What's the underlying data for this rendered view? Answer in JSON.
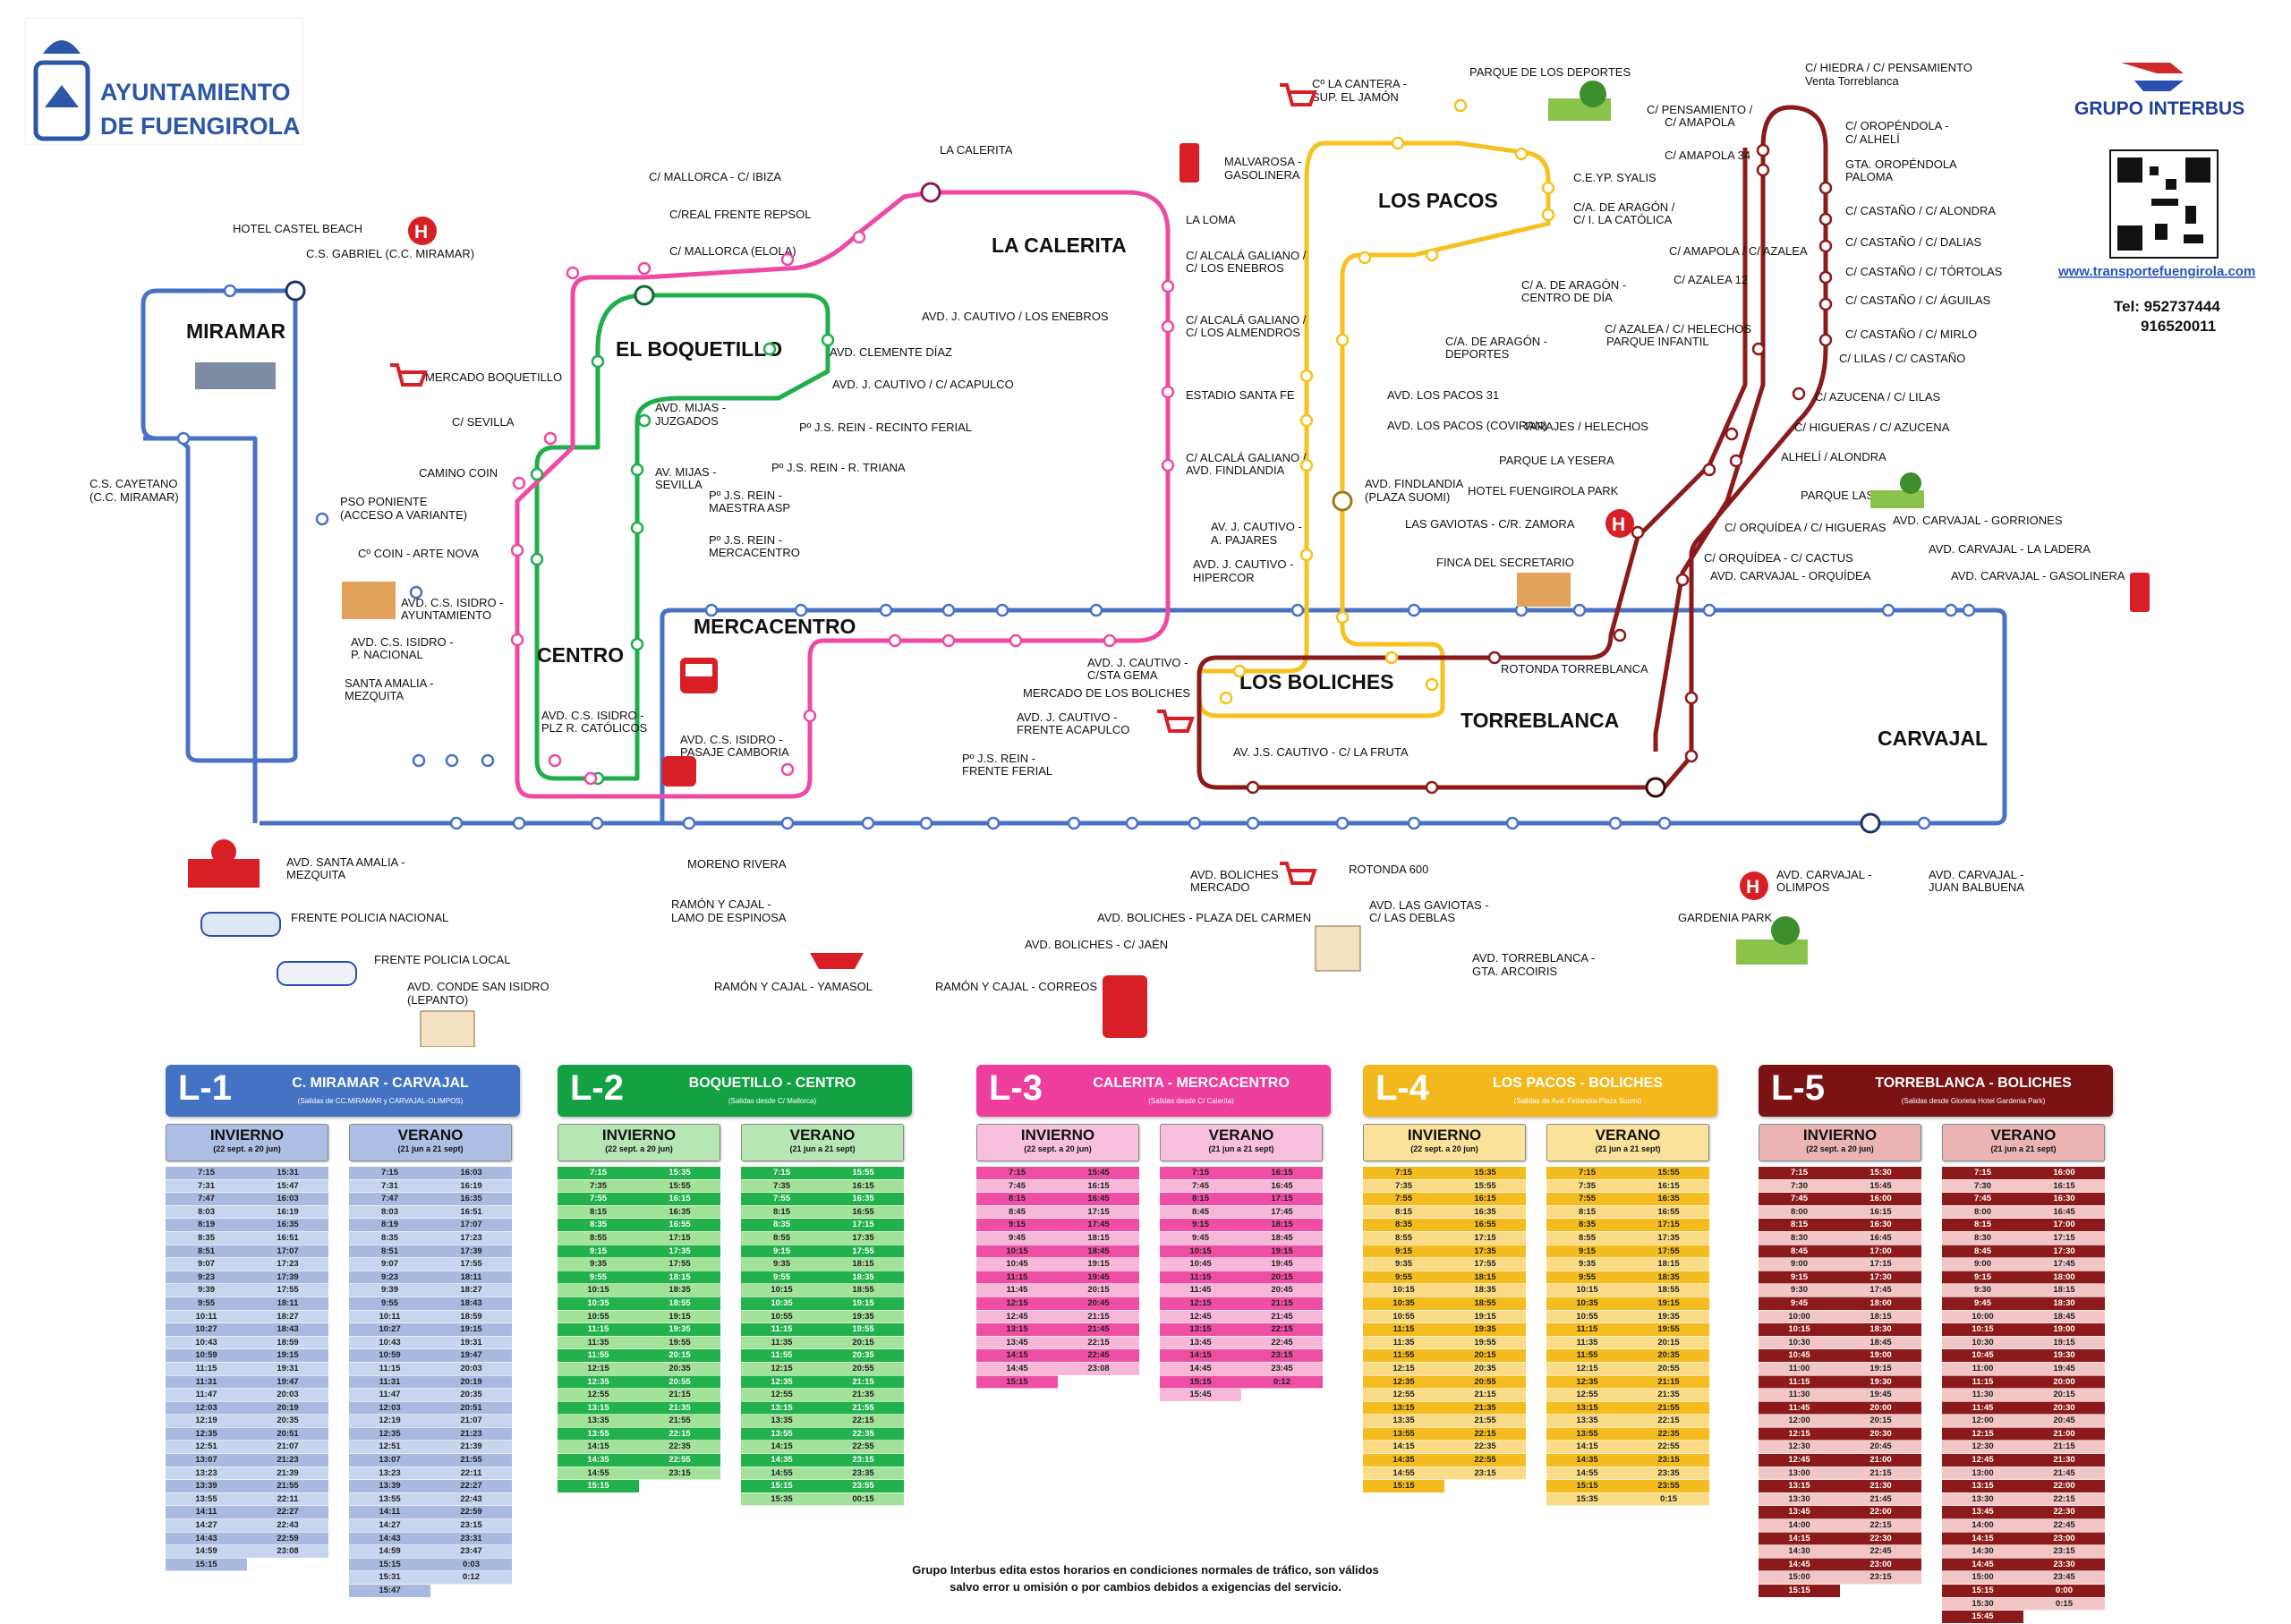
{
  "header": {
    "org_line1": "AYUNTAMIENTO",
    "org_line2": "DE FUENGIROLA",
    "operator": "GRUPO INTERBUS",
    "website": "www.transportefuengirola.com",
    "phone_label": "Tel: 952737444",
    "phone2": "916520011"
  },
  "colors": {
    "L1": "#4a72c4",
    "L2": "#1fae4a",
    "L3": "#ef4aa3",
    "L4": "#f6c21f",
    "L5": "#8c1a1a",
    "L1_header": "#4472c4",
    "L2_header": "#12a143",
    "L3_header": "#ee3e9d",
    "L4_header": "#f2b81e",
    "L5_header": "#7b1214"
  },
  "areas": [
    "MIRAMAR",
    "EL BOQUETILLO",
    "LA CALERITA",
    "LOS PACOS",
    "CENTRO",
    "MERCACENTRO",
    "LOS BOLICHES",
    "TORREBLANCA",
    "CARVAJAL"
  ],
  "stops": [
    "HOTEL CASTEL BEACH",
    "C.S. GABRIEL (C.C. MIRAMAR)",
    "C.S. CAYETANO",
    "(C.C. MIRAMAR)",
    "PSO PONIENTE",
    "(ACCESO A VARIANTE)",
    "Cº COIN - ARTE NOVA",
    "AVD. C.S. ISIDRO -",
    "AYUNTAMIENTO",
    "AVD. C.S. ISIDRO -",
    "P. NACIONAL",
    "SANTA AMALIA -",
    "MEZQUITA",
    "AVD. C.S. ISIDRO -",
    "PLZ R. CATÓLICOS",
    "C/ MALLORCA - C/ IBIZA",
    "C/REAL FRENTE REPSOL",
    "C/ MALLORCA (ELOLA)",
    "LA CALERITA",
    "MERCADO BOQUETILLO",
    "C/ SEVILLA",
    "CAMINO COIN",
    "AVD. CLEMENTE DÍAZ",
    "AVD. MIJAS -",
    "JUZGADOS",
    "AV. MIJAS -",
    "SEVILLA",
    "Pº J.S. REIN -",
    "MAESTRA ASP",
    "Pº J.S. REIN -",
    "MERCACENTRO",
    "Pº J.S. REIN - RECINTO FERIAL",
    "Pº J.S. REIN - R. TRIANA",
    "AVD. J. CAUTIVO / LOS ENEBROS",
    "AVD. J. CAUTIVO / C/ ACAPULCO",
    "AVD. C.S. ISIDRO -",
    "PASAJE CAMBORIA",
    "Pº J.S. REIN -",
    "FRENTE FERIAL",
    "AVD. J. CAUTIVO -",
    "C/STA GEMA",
    "MERCADO DE LOS BOLICHES",
    "AVD. J. CAUTIVO -",
    "FRENTE ACAPULCO",
    "MALVAROSA -",
    "GASOLINERA",
    "LA LOMA",
    "C/ ALCALÁ GALIANO /",
    "C/ LOS ENEBROS",
    "C/ ALCALÁ GALIANO /",
    "C/ LOS ALMENDROS",
    "ESTADIO SANTA FE",
    "C/ ALCALÁ GALIANO /",
    "AVD. FINDLANDIA",
    "AV. J. CAUTIVO -",
    "A. PAJARES",
    "AVD. J. CAUTIVO -",
    "HIPERCOR",
    "Cº LA CANTERA -",
    "SUP. EL JAMÓN",
    "PARQUE DE LOS DEPORTES",
    "C.E.YP. SYALIS",
    "C/A. DE ARAGÓN /",
    "C/ I. LA CATÓLICA",
    "C/ A. DE ARAGÓN -",
    "CENTRO DE DÍA",
    "C/A. DE ARAGÓN -",
    "DEPORTES",
    "AVD. LOS PACOS 31",
    "AVD. LOS PACOS (COVIRAN)",
    "AVD. FINDLANDIA",
    "(PLAZA SUOMI)",
    "LAS GAVIOTAS - C/R. ZAMORA",
    "FINCA DEL SECRETARIO",
    "PARQUE LA YESERA",
    "HOTEL FUENGIROLA PARK",
    "TARAJES / HELECHOS",
    "ROTONDA TORREBLANCA",
    "AV. J.S. CAUTIVO - C/ LA FRUTA",
    "C/ HIEDRA / C/ PENSAMIENTO",
    "Venta Torreblanca",
    "C/ PENSAMIENTO /",
    "C/ AMAPOLA",
    "C/ AMAPOLA  34",
    "C/ AMAPOLA / C/ AZALEA",
    "C/ AZALEA  12",
    "C/ AZALEA / C/ HELECHOS",
    "PARQUE INFANTIL",
    "C/ OROPÉNDOLA -",
    "C/ ALHELÍ",
    "GTA. OROPÉNDOLA",
    "PALOMA",
    "C/ CASTAÑO / C/ ALONDRA",
    "C/ CASTAÑO / C/ DALIAS",
    "C/ CASTAÑO / C/ TÓRTOLAS",
    "C/ CASTAÑO / C/ ÁGUILAS",
    "C/ CASTAÑO / C/ MIRLO",
    "C/ LILAS / C/ CASTAÑO",
    "C/ AZUCENA / C/ LILAS",
    "C/ HIGUERAS / C/ AZUCENA",
    "ALHELÍ / ALONDRA",
    "PARQUE LAS PRESAS",
    "C/ ORQUÍDEA / C/ HIGUERAS",
    "C/ ORQUÍDEA - C/ CACTUS",
    "AVD. CARVAJAL - ORQUÍDEA",
    "AVD. CARVAJAL - GORRIONES",
    "AVD. CARVAJAL - LA LADERA",
    "AVD. CARVAJAL - GASOLINERA",
    "AVD. SANTA AMALIA -",
    "MEZQUITA",
    "FRENTE POLICIA NACIONAL",
    "FRENTE POLICIA LOCAL",
    "AVD. CONDE SAN ISIDRO",
    "(LEPANTO)",
    "MORENO RIVERA",
    "RAMÓN Y CAJAL -",
    "LAMO DE ESPINOSA",
    "RAMÓN Y CAJAL - YAMASOL",
    "RAMÓN Y CAJAL - CORREOS",
    "AVD. BOLICHES - C/ JAÉN",
    "AVD. BOLICHES - PLAZA DEL CARMEN",
    "AVD. BOLICHES",
    "MERCADO",
    "ROTONDA 600",
    "AVD. LAS GAVIOTAS -",
    "C/ LAS DEBLAS",
    "AVD. TORREBLANCA -",
    "GTA. ARCOIRIS",
    "GARDENIA PARK",
    "AVD. CARVAJAL -",
    "OLIMPOS",
    "AVD. CARVAJAL -",
    "JUAN BALBUENA"
  ],
  "lines": [
    {
      "code": "L-1",
      "name": "C. MIRAMAR - CARVAJAL",
      "sub": "(Salidas de CC.MIRAMAR y CARVAJAL-OLIMPOS)",
      "winter": {
        "title": "INVIERNO",
        "range": "(22 sept. a 20 jun)",
        "times": [
          "7:15",
          "7:31",
          "7:47",
          "8:03",
          "8:19",
          "8:35",
          "8:51",
          "9:07",
          "9:23",
          "9:39",
          "9:55",
          "10:11",
          "10:27",
          "10:43",
          "10:59",
          "11:15",
          "11:31",
          "11:47",
          "12:03",
          "12:19",
          "12:35",
          "12:51",
          "13:07",
          "13:23",
          "13:39",
          "13:55",
          "14:11",
          "14:27",
          "14:43",
          "14:59",
          "15:15",
          "15:31",
          "15:47",
          "16:03",
          "16:19",
          "16:35",
          "16:51",
          "17:07",
          "17:23",
          "17:39",
          "17:55",
          "18:11",
          "18:27",
          "18:43",
          "18:59",
          "19:15",
          "19:31",
          "19:47",
          "20:03",
          "20:19",
          "20:35",
          "20:51",
          "21:07",
          "21:23",
          "21:39",
          "21:55",
          "22:11",
          "22:27",
          "22:43",
          "22:59",
          "23:08"
        ]
      },
      "summer": {
        "title": "VERANO",
        "range": "(21 jun a 21 sept)",
        "times": [
          "7:15",
          "7:31",
          "7:47",
          "8:03",
          "8:19",
          "8:35",
          "8:51",
          "9:07",
          "9:23",
          "9:39",
          "9:55",
          "10:11",
          "10:27",
          "10:43",
          "10:59",
          "11:15",
          "11:31",
          "11:47",
          "12:03",
          "12:19",
          "12:35",
          "12:51",
          "13:07",
          "13:23",
          "13:39",
          "13:55",
          "14:11",
          "14:27",
          "14:43",
          "14:59",
          "15:15",
          "15:31",
          "15:47",
          "16:03",
          "16:19",
          "16:35",
          "16:51",
          "17:07",
          "17:23",
          "17:39",
          "17:55",
          "18:11",
          "18:27",
          "18:43",
          "18:59",
          "19:15",
          "19:31",
          "19:47",
          "20:03",
          "20:19",
          "20:35",
          "20:51",
          "21:07",
          "21:23",
          "21:39",
          "21:55",
          "22:11",
          "22:27",
          "22:43",
          "22:59",
          "23:15",
          "23:31",
          "23:47",
          "0:03",
          "0:12"
        ]
      }
    },
    {
      "code": "L-2",
      "name": "BOQUETILLO - CENTRO",
      "sub": "(Salidas desde C/ Mallorca)",
      "winter": {
        "title": "INVIERNO",
        "range": "(22 sept. a 20 jun)",
        "times": [
          "7:15",
          "7:35",
          "7:55",
          "8:15",
          "8:35",
          "8:55",
          "9:15",
          "9:35",
          "9:55",
          "10:15",
          "10:35",
          "10:55",
          "11:15",
          "11:35",
          "11:55",
          "12:15",
          "12:35",
          "12:55",
          "13:15",
          "13:35",
          "13:55",
          "14:15",
          "14:35",
          "14:55",
          "15:15",
          "15:35",
          "15:55",
          "16:15",
          "16:35",
          "16:55",
          "17:15",
          "17:35",
          "17:55",
          "18:15",
          "18:35",
          "18:55",
          "19:15",
          "19:35",
          "19:55",
          "20:15",
          "20:35",
          "20:55",
          "21:15",
          "21:35",
          "21:55",
          "22:15",
          "22:35",
          "22:55",
          "23:15"
        ]
      },
      "summer": {
        "title": "VERANO",
        "range": "(21 jun a 21 sept)",
        "times": [
          "7:15",
          "7:35",
          "7:55",
          "8:15",
          "8:35",
          "8:55",
          "9:15",
          "9:35",
          "9:55",
          "10:15",
          "10:35",
          "10:55",
          "11:15",
          "11:35",
          "11:55",
          "12:15",
          "12:35",
          "12:55",
          "13:15",
          "13:35",
          "13:55",
          "14:15",
          "14:35",
          "14:55",
          "15:15",
          "15:35",
          "15:55",
          "16:15",
          "16:35",
          "16:55",
          "17:15",
          "17:35",
          "17:55",
          "18:15",
          "18:35",
          "18:55",
          "19:15",
          "19:35",
          "19:55",
          "20:15",
          "20:35",
          "20:55",
          "21:15",
          "21:35",
          "21:55",
          "22:15",
          "22:35",
          "22:55",
          "23:15",
          "23:35",
          "23:55",
          "00:15"
        ]
      }
    },
    {
      "code": "L-3",
      "name": "CALERITA - MERCACENTRO",
      "sub": "(Salidas desde C/ Calerita)",
      "winter": {
        "title": "INVIERNO",
        "range": "(22 sept. a 20 jun)",
        "times": [
          "7:15",
          "7:45",
          "8:15",
          "8:45",
          "9:15",
          "9:45",
          "10:15",
          "10:45",
          "11:15",
          "11:45",
          "12:15",
          "12:45",
          "13:15",
          "13:45",
          "14:15",
          "14:45",
          "15:15",
          "15:45",
          "16:15",
          "16:45",
          "17:15",
          "17:45",
          "18:15",
          "18:45",
          "19:15",
          "19:45",
          "20:15",
          "20:45",
          "21:15",
          "21:45",
          "22:15",
          "22:45",
          "23:08"
        ]
      },
      "summer": {
        "title": "VERANO",
        "range": "(21 jun a 21 sept)",
        "times": [
          "7:15",
          "7:45",
          "8:15",
          "8:45",
          "9:15",
          "9:45",
          "10:15",
          "10:45",
          "11:15",
          "11:45",
          "12:15",
          "12:45",
          "13:15",
          "13:45",
          "14:15",
          "14:45",
          "15:15",
          "15:45",
          "16:15",
          "16:45",
          "17:15",
          "17:45",
          "18:15",
          "18:45",
          "19:15",
          "19:45",
          "20:15",
          "20:45",
          "21:15",
          "21:45",
          "22:15",
          "22:45",
          "23:15",
          "23:45",
          "0:12"
        ]
      }
    },
    {
      "code": "L-4",
      "name": "LOS PACOS - BOLICHES",
      "sub": "(Salidas de Avd. Finlandia-Plaza Suomi)",
      "winter": {
        "title": "INVIERNO",
        "range": "(22 sept. a 20 jun)",
        "times": [
          "7:15",
          "7:35",
          "7:55",
          "8:15",
          "8:35",
          "8:55",
          "9:15",
          "9:35",
          "9:55",
          "10:15",
          "10:35",
          "10:55",
          "11:15",
          "11:35",
          "11:55",
          "12:15",
          "12:35",
          "12:55",
          "13:15",
          "13:35",
          "13:55",
          "14:15",
          "14:35",
          "14:55",
          "15:15",
          "15:35",
          "15:55",
          "16:15",
          "16:35",
          "16:55",
          "17:15",
          "17:35",
          "17:55",
          "18:15",
          "18:35",
          "18:55",
          "19:15",
          "19:35",
          "19:55",
          "20:15",
          "20:35",
          "20:55",
          "21:15",
          "21:35",
          "21:55",
          "22:15",
          "22:35",
          "22:55",
          "23:15"
        ]
      },
      "summer": {
        "title": "VERANO",
        "range": "(21 jun a 21 sept)",
        "times": [
          "7:15",
          "7:35",
          "7:55",
          "8:15",
          "8:35",
          "8:55",
          "9:15",
          "9:35",
          "9:55",
          "10:15",
          "10:35",
          "10:55",
          "11:15",
          "11:35",
          "11:55",
          "12:15",
          "12:35",
          "12:55",
          "13:15",
          "13:35",
          "13:55",
          "14:15",
          "14:35",
          "14:55",
          "15:15",
          "15:35",
          "15:55",
          "16:15",
          "16:35",
          "16:55",
          "17:15",
          "17:35",
          "17:55",
          "18:15",
          "18:35",
          "18:55",
          "19:15",
          "19:35",
          "19:55",
          "20:15",
          "20:35",
          "20:55",
          "21:15",
          "21:35",
          "21:55",
          "22:15",
          "22:35",
          "22:55",
          "23:15",
          "23:35",
          "23:55",
          "0:15"
        ]
      }
    },
    {
      "code": "L-5",
      "name": "TORREBLANCA - BOLICHES",
      "sub": "(Salidas desde Glorieta Hotel Gardenia Park)",
      "winter": {
        "title": "INVIERNO",
        "range": "(22 sept. a 20 jun)",
        "times": [
          "7:15",
          "7:30",
          "7:45",
          "8:00",
          "8:15",
          "8:30",
          "8:45",
          "9:00",
          "9:15",
          "9:30",
          "9:45",
          "10:00",
          "10:15",
          "10:30",
          "10:45",
          "11:00",
          "11:15",
          "11:30",
          "11:45",
          "12:00",
          "12:15",
          "12:30",
          "12:45",
          "13:00",
          "13:15",
          "13:30",
          "13:45",
          "14:00",
          "14:15",
          "14:30",
          "14:45",
          "15:00",
          "15:15",
          "15:30",
          "15:45",
          "16:00",
          "16:15",
          "16:30",
          "16:45",
          "17:00",
          "17:15",
          "17:30",
          "17:45",
          "18:00",
          "18:15",
          "18:30",
          "18:45",
          "19:00",
          "19:15",
          "19:30",
          "19:45",
          "20:00",
          "20:15",
          "20:30",
          "20:45",
          "21:00",
          "21:15",
          "21:30",
          "21:45",
          "22:00",
          "22:15",
          "22:30",
          "22:45",
          "23:00",
          "23:15"
        ]
      },
      "summer": {
        "title": "VERANO",
        "range": "(21 jun a 21 sept)",
        "times": [
          "7:15",
          "7:30",
          "7:45",
          "8:00",
          "8:15",
          "8:30",
          "8:45",
          "9:00",
          "9:15",
          "9:30",
          "9:45",
          "10:00",
          "10:15",
          "10:30",
          "10:45",
          "11:00",
          "11:15",
          "11:30",
          "11:45",
          "12:00",
          "12:15",
          "12:30",
          "12:45",
          "13:00",
          "13:15",
          "13:30",
          "13:45",
          "14:00",
          "14:15",
          "14:30",
          "14:45",
          "15:00",
          "15:15",
          "15:30",
          "15:45",
          "16:00",
          "16:15",
          "16:30",
          "16:45",
          "17:00",
          "17:15",
          "17:30",
          "17:45",
          "18:00",
          "18:15",
          "18:30",
          "18:45",
          "19:00",
          "19:15",
          "19:30",
          "19:45",
          "20:00",
          "20:15",
          "20:30",
          "20:45",
          "21:00",
          "21:15",
          "21:30",
          "21:45",
          "22:00",
          "22:15",
          "22:30",
          "22:45",
          "23:00",
          "23:15",
          "23:30",
          "23:45",
          "0:00",
          "0:15"
        ]
      }
    }
  ],
  "footer_note_1": "Grupo Interbus edita estos horarios en condiciones normales de tráfico, son válidos",
  "footer_note_2": "salvo error u omisión o por cambios debidos a exigencias del servicio."
}
